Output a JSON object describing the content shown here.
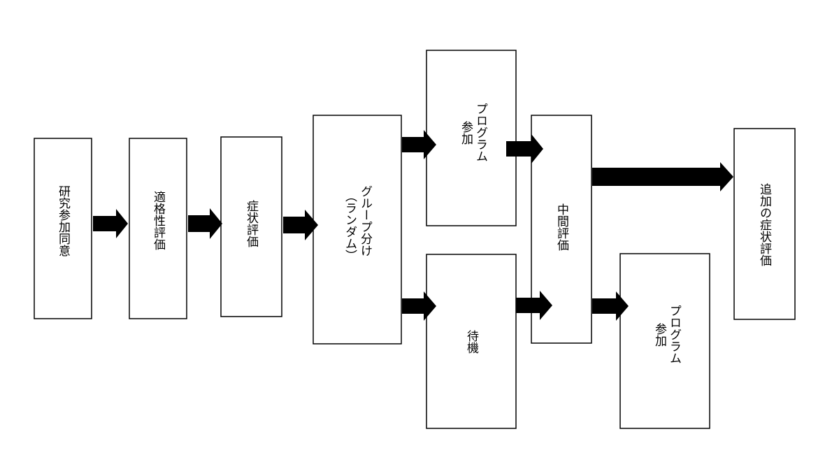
{
  "diagram": {
    "nodes": {
      "consent": "研究参加同意",
      "eligibility": "適格性評価",
      "symptom_eval": "症状評価",
      "grouping": "グループ分け",
      "grouping_note": "（ランダム）",
      "program_1": "プログラム",
      "program_1_b": "参加",
      "waitlist": "待機",
      "midpoint_eval": "中間評価",
      "followup_eval": "追加の症状評価",
      "program_2": "プログラム",
      "program_2_b": "参加"
    }
  }
}
